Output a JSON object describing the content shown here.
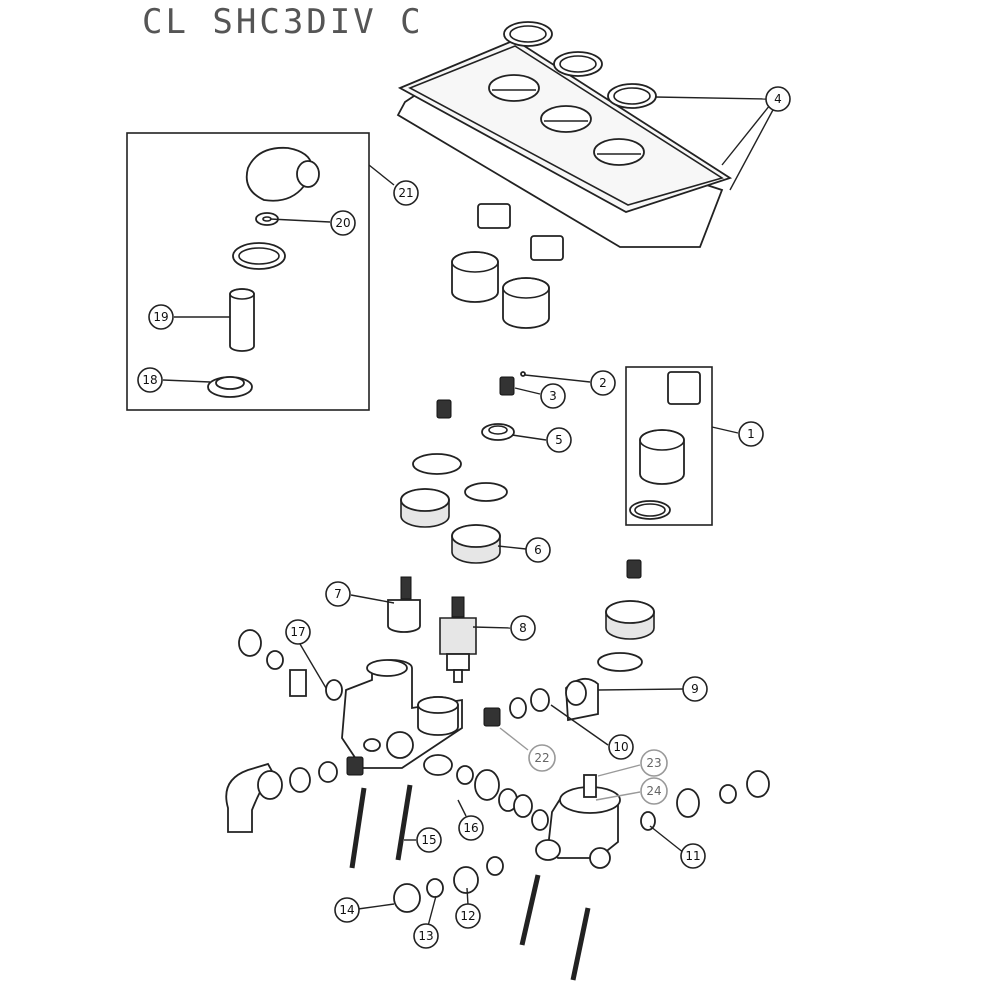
{
  "title": "CL SHC3DIV C",
  "callouts": [
    "1",
    "2",
    "3",
    "4",
    "5",
    "6",
    "7",
    "8",
    "9",
    "10",
    "11",
    "12",
    "13",
    "14",
    "15",
    "16",
    "17",
    "18",
    "19",
    "20",
    "21",
    "22",
    "23",
    "24"
  ]
}
